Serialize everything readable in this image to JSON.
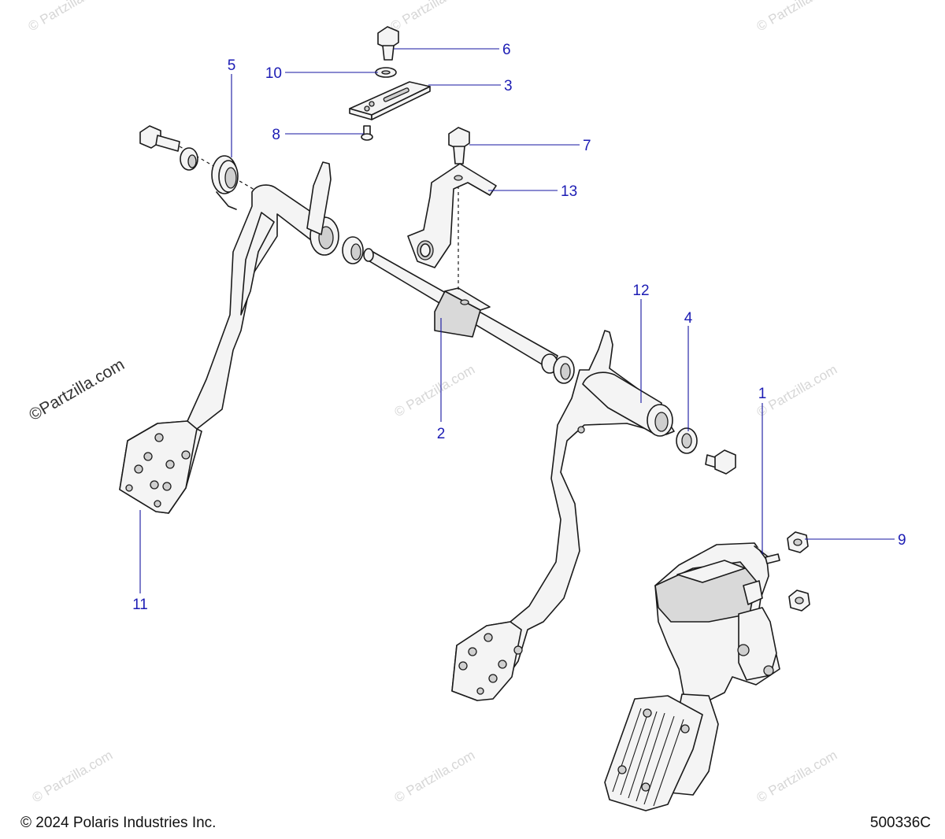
{
  "watermarks": {
    "partzilla": "©Partzilla.com",
    "partzilla_spaced": "© Partzilla.com"
  },
  "callouts": {
    "c1": "1",
    "c2": "2",
    "c3": "3",
    "c4": "4",
    "c5": "5",
    "c6": "6",
    "c7": "7",
    "c8": "8",
    "c9": "9",
    "c10": "10",
    "c11": "11",
    "c12": "12",
    "c13": "13"
  },
  "footer": {
    "copyright": "© 2024 Polaris Industries Inc.",
    "drawing_number": "500336C"
  },
  "colors": {
    "callout_text": "#1c1cb4",
    "leader_line": "#1414a0",
    "outline": "#1a1a1a",
    "watermark": "#d6d6d6"
  }
}
